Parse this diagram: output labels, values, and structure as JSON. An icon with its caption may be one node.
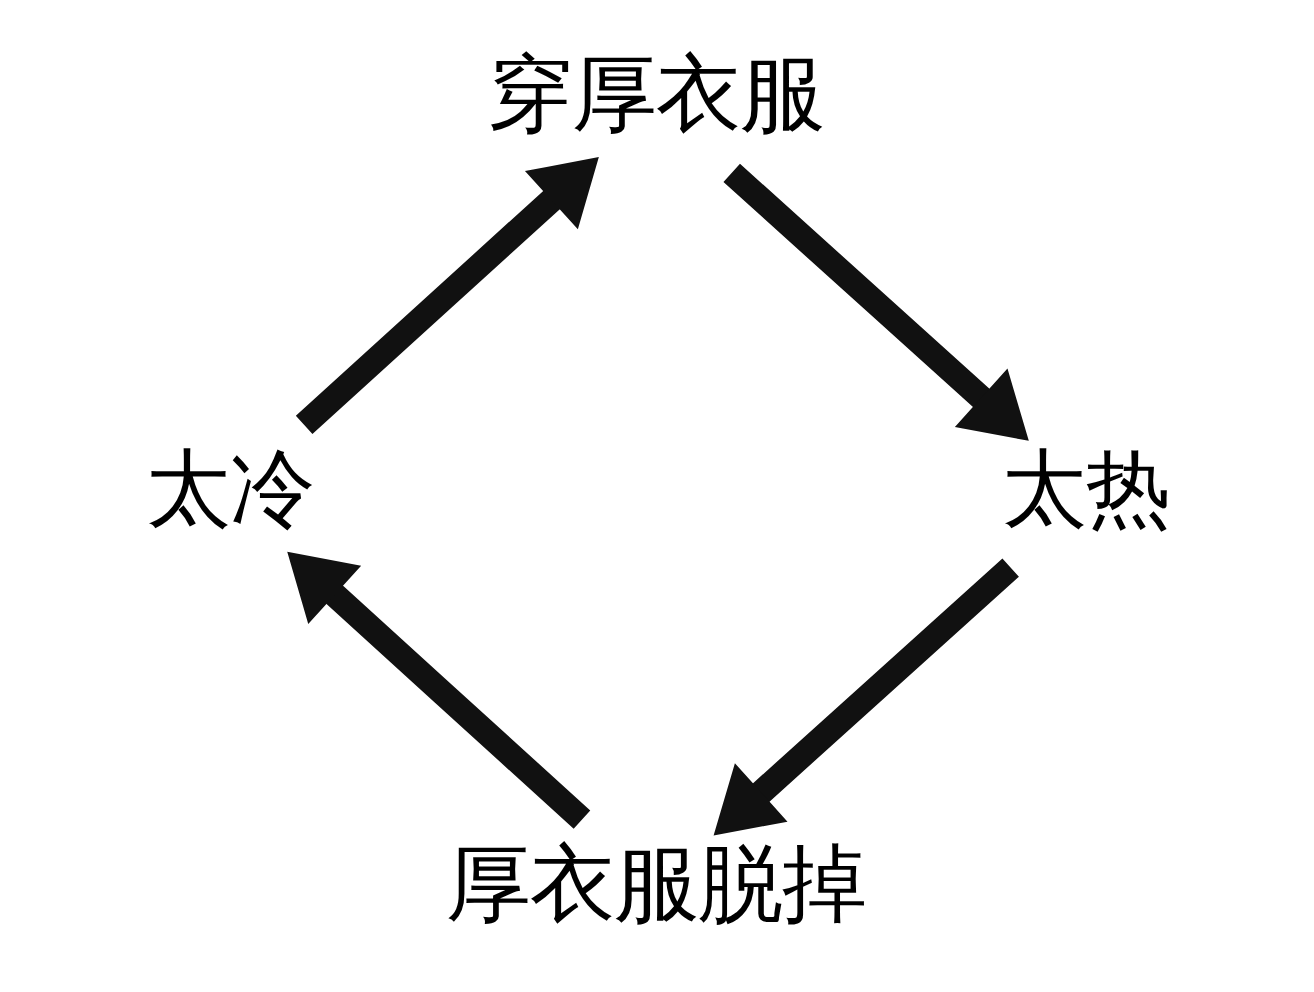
{
  "diagram": {
    "nodes": [
      {
        "text": [
          "穿厚衣服"
        ]
      },
      {
        "text": [
          "太热"
        ]
      },
      {
        "text": [
          "厚衣服脱掉"
        ]
      },
      {
        "text": [
          "太冷"
        ]
      }
    ],
    "edges": [
      {
        "from": 0,
        "to": 1,
        "arrow": "to"
      },
      {
        "from": 1,
        "to": 2,
        "arrow": "to"
      },
      {
        "from": 2,
        "to": 3,
        "arrow": "to"
      },
      {
        "from": 3,
        "to": 0,
        "arrow": "to"
      }
    ]
  }
}
